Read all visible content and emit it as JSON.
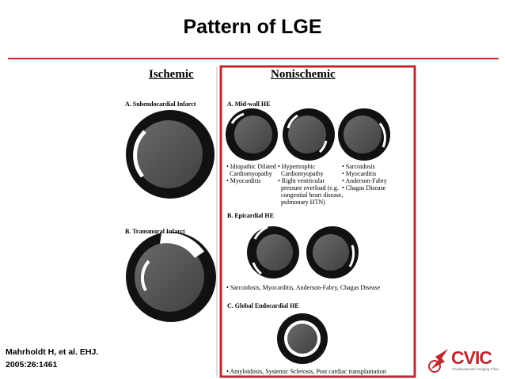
{
  "slide_title": "Pattern of LGE",
  "reference": {
    "line1": "Mahrholdt H, et al. EHJ.",
    "line2": "2005:26:1461"
  },
  "figure": {
    "ischemic_header": "Ischemic",
    "nonischemic_header": "Nonischemic",
    "subendo_label": "A. Subendocardial Infarct",
    "transmural_label": "B. Transmural Infarct",
    "midwall_label": "A. Mid-wall HE",
    "midwall_captions": [
      [
        "• Idiopathic Dilated",
        "Cardiomyopathy",
        "• Myocarditis"
      ],
      [
        "• Hypertrophic",
        "Cardiomyopathy",
        "• Right ventricular",
        "pressure overload (e.g.",
        "congenital heart disease,",
        "pulmonary HTN)"
      ],
      [
        "• Sarcoidosis",
        "• Myocarditis",
        "• Anderson-Fabry",
        "• Chagas Disease"
      ]
    ],
    "epicardial_label": "B. Epicardial HE",
    "epicardial_caption": "• Sarcoidosis, Myocarditis, Anderson-Fabry, Chagas Disease",
    "global_label": "C. Global Endocardial HE",
    "global_caption": "• Amyloidosis, Systemic Sclerosis, Post cardiac transplantation"
  },
  "logo": {
    "text": "CVIC",
    "tagline": "Cardiovascular Imaging Clinic"
  },
  "colors": {
    "accent_red": "#c0282e"
  }
}
